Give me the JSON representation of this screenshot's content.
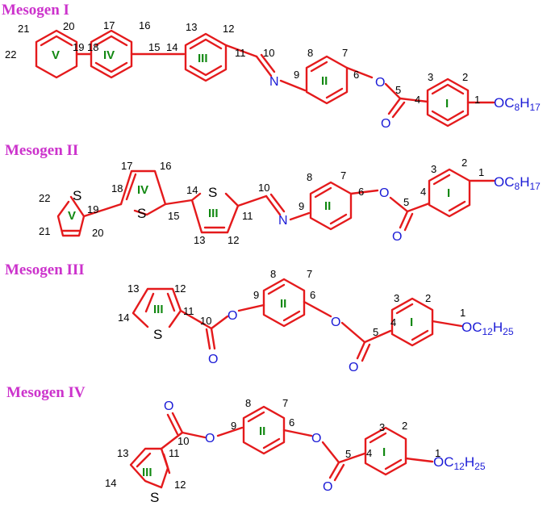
{
  "colors": {
    "bond": "#e41a1c",
    "title": "#cc33cc",
    "ring_label": "#118811",
    "hetero": "#1a1ad6",
    "atom_number": "#000000"
  },
  "mesogens": [
    {
      "title": "Mesogen I",
      "numbers": [
        "20",
        "21",
        "22",
        "19",
        "18",
        "17",
        "16",
        "15",
        "14",
        "13",
        "12",
        "11",
        "10",
        "9",
        "8",
        "7",
        "6",
        "5",
        "4",
        "3",
        "2",
        "1"
      ],
      "rings": [
        "V",
        "IV",
        "III",
        "II",
        "I"
      ],
      "atoms": {
        "imine_n": "N",
        "ester_o": "O",
        "carbonyl_o": "O"
      },
      "chain": {
        "prefix": "OC",
        "sub1": "8",
        "mid": "H",
        "sub2": "17"
      }
    },
    {
      "title": "Mesogen II",
      "numbers": [
        "22",
        "21",
        "20",
        "19",
        "18",
        "17",
        "16",
        "15",
        "14",
        "13",
        "12",
        "11",
        "10",
        "9",
        "8",
        "7",
        "6",
        "5",
        "4",
        "3",
        "2",
        "1"
      ],
      "rings": [
        "V",
        "IV",
        "III",
        "II",
        "I"
      ],
      "atoms": {
        "s_ring5": "S",
        "s_ring4": "S",
        "s_ring3": "S",
        "imine_n": "N",
        "ester_o": "O",
        "carbonyl_o": "O"
      },
      "chain": {
        "prefix": "OC",
        "sub1": "8",
        "mid": "H",
        "sub2": "17"
      }
    },
    {
      "title": "Mesogen III",
      "numbers": [
        "13",
        "12",
        "14",
        "11",
        "10",
        "9",
        "8",
        "7",
        "6",
        "5",
        "4",
        "3",
        "2",
        "1"
      ],
      "rings": [
        "III",
        "II",
        "I"
      ],
      "atoms": {
        "s_ring3": "S",
        "ester_o1": "O",
        "carbonyl_o1": "O",
        "ester_o2": "O",
        "carbonyl_o2": "O"
      },
      "chain": {
        "prefix": "OC",
        "sub1": "12",
        "mid": "H",
        "sub2": "25"
      }
    },
    {
      "title": "Mesogen IV",
      "numbers": [
        "13",
        "14",
        "12",
        "11",
        "10",
        "9",
        "8",
        "7",
        "6",
        "5",
        "4",
        "3",
        "2",
        "1"
      ],
      "rings": [
        "III",
        "II",
        "I"
      ],
      "atoms": {
        "s_ring3": "S",
        "carbonyl_o1": "O",
        "ester_o1": "O",
        "ester_o2": "O",
        "carbonyl_o2": "O"
      },
      "chain": {
        "prefix": "OC",
        "sub1": "12",
        "mid": "H",
        "sub2": "25"
      }
    }
  ]
}
